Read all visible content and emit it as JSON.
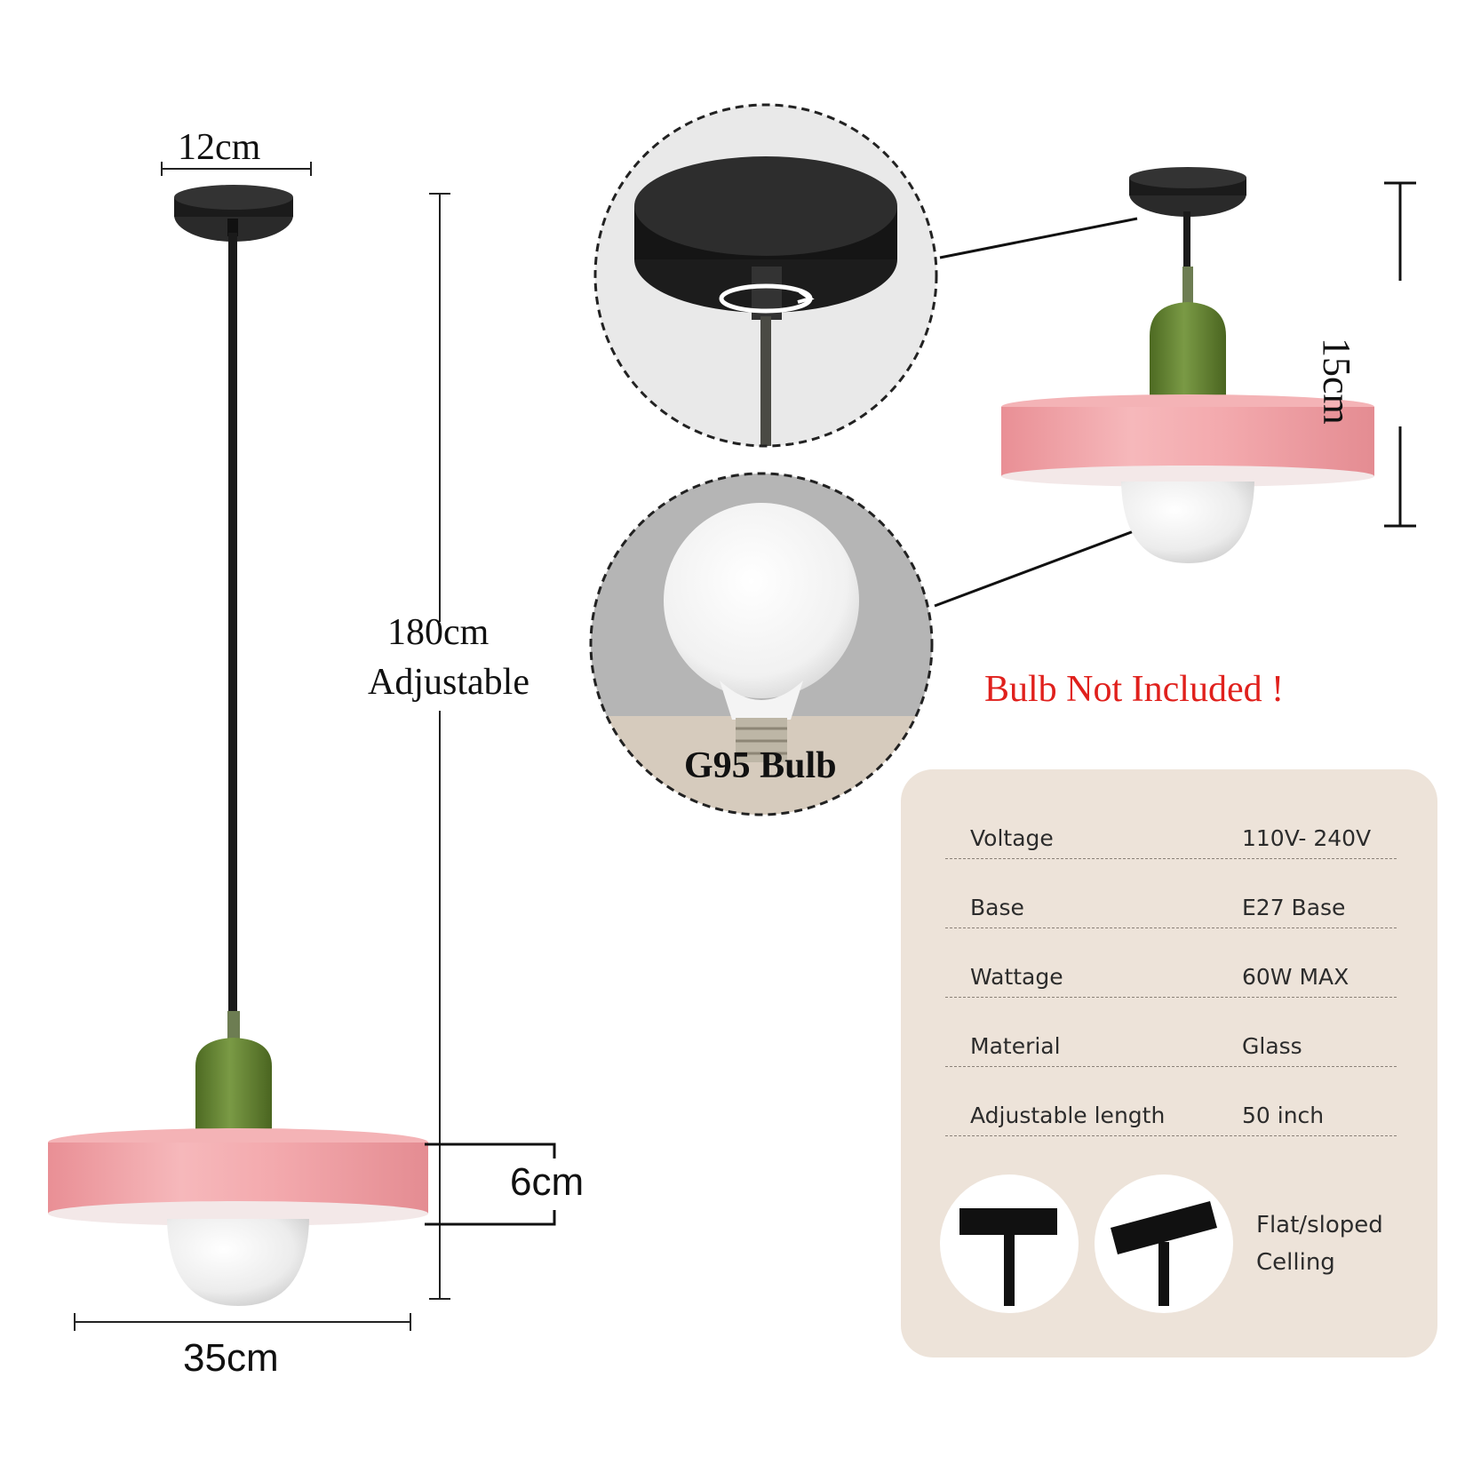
{
  "dimensions": {
    "canopy_width": "12cm",
    "cord_length": "180cm",
    "cord_length_note": "Adjustable",
    "shade_height": "6cm",
    "shade_width": "35cm",
    "fixture_height": "15cm"
  },
  "bulb_callout": {
    "label": "G95 Bulb",
    "note": "Bulb Not Included !"
  },
  "specs": {
    "rows": [
      {
        "label": "Voltage",
        "value": "110V- 240V"
      },
      {
        "label": "Base",
        "value": "E27 Base"
      },
      {
        "label": "Wattage",
        "value": "60W MAX"
      },
      {
        "label": "Material",
        "value": "Glass"
      },
      {
        "label": "Adjustable length",
        "value": "50 inch"
      }
    ],
    "ceiling_note_line1": "Flat/sloped",
    "ceiling_note_line2": "Celling"
  },
  "colors": {
    "shade_pink": "#f2a7a9",
    "socket_green": "#5b7a2e",
    "canopy_black": "#1d1d1d",
    "accent_red": "#e0201c",
    "panel_beige": "#ede3d9"
  }
}
